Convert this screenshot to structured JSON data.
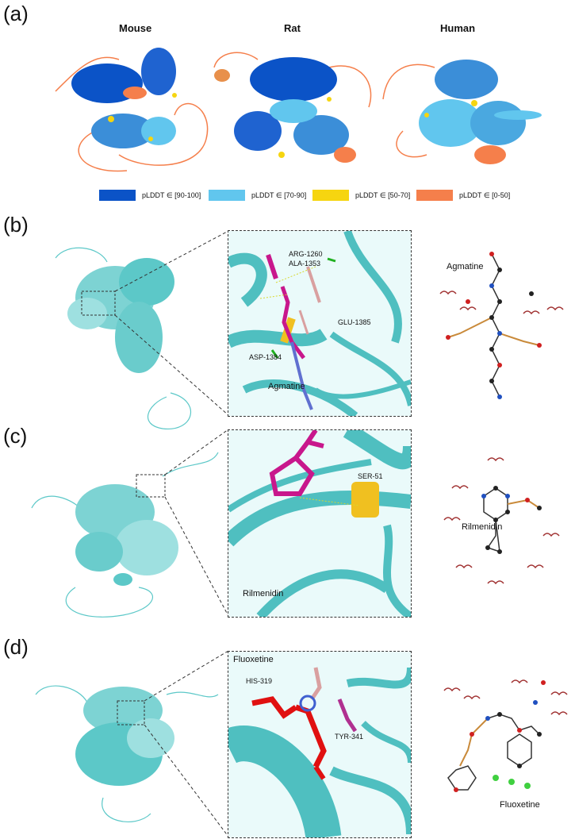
{
  "panels": {
    "a": {
      "letter": "(a)",
      "species": [
        "Mouse",
        "Rat",
        "Human"
      ],
      "legend": [
        {
          "label": "pLDDT ∈ [90-100]",
          "color": "#0b53c7"
        },
        {
          "label": "pLDDT ∈ [70-90]",
          "color": "#61c6ee"
        },
        {
          "label": "pLDDT ∈ [50-70]",
          "color": "#f6d510"
        },
        {
          "label": "pLDDT ∈ [0-50]",
          "color": "#f57f4b"
        }
      ]
    },
    "b": {
      "letter": "(b)",
      "residues": [
        "ARG-1260",
        "ALA-1353",
        "GLU-1385",
        "ASP-1384"
      ],
      "ligand_label": "Agmatine",
      "plot_title": "Agmatine"
    },
    "c": {
      "letter": "(c)",
      "residues": [
        "SER-51"
      ],
      "ligand_label": "Rilmenidin",
      "plot_title": "Rilmenidin"
    },
    "d": {
      "letter": "(d)",
      "residues": [
        "HIS-319",
        "TYR-341"
      ],
      "ligand_label": "Fluoxetine",
      "plot_title": "Fluoxetine"
    }
  },
  "colors": {
    "protein_cyan": "#5cc8c8",
    "ligand_magenta": "#c8178c",
    "ligand_red": "#e01010",
    "residue_pink": "#d9a0a0",
    "helix_yellow": "#f0c020"
  }
}
